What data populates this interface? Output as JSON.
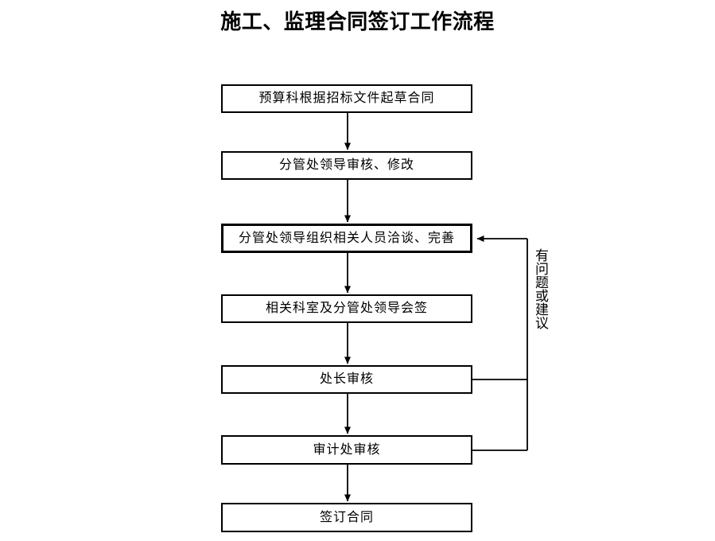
{
  "document": {
    "title": "施工、监理合同签订工作流程"
  },
  "chart_data": {
    "type": "diagram",
    "title": "施工、监理合同签订工作流程",
    "orientation": "top-to-bottom",
    "nodes": [
      {
        "id": "n1",
        "label": "预算科根据招标文件起草合同",
        "shape": "rectangle",
        "emphasis": false
      },
      {
        "id": "n2",
        "label": "分管处领导审核、修改",
        "shape": "rectangle",
        "emphasis": false
      },
      {
        "id": "n3",
        "label": "分管处领导组织相关人员洽谈、完善",
        "shape": "rectangle",
        "emphasis": true
      },
      {
        "id": "n4",
        "label": "相关科室及分管处领导会签",
        "shape": "rectangle",
        "emphasis": false
      },
      {
        "id": "n5",
        "label": "处长审核",
        "shape": "rectangle",
        "emphasis": false
      },
      {
        "id": "n6",
        "label": "审计处审核",
        "shape": "rectangle",
        "emphasis": false
      },
      {
        "id": "n7",
        "label": "签订合同",
        "shape": "rectangle",
        "emphasis": false
      }
    ],
    "edges": [
      {
        "from": "n1",
        "to": "n2",
        "arrow": true,
        "label": ""
      },
      {
        "from": "n2",
        "to": "n3",
        "arrow": true,
        "label": ""
      },
      {
        "from": "n3",
        "to": "n4",
        "arrow": true,
        "label": ""
      },
      {
        "from": "n4",
        "to": "n5",
        "arrow": true,
        "label": ""
      },
      {
        "from": "n5",
        "to": "n6",
        "arrow": true,
        "label": ""
      },
      {
        "from": "n6",
        "to": "n7",
        "arrow": true,
        "label": ""
      },
      {
        "from": "n5",
        "to": "n3",
        "arrow": true,
        "label": "有问题或建议",
        "routing": "right-feedback"
      },
      {
        "from": "n6",
        "to": "n3",
        "arrow": true,
        "label": "有问题或建议",
        "routing": "right-feedback"
      }
    ],
    "annotations": [
      {
        "id": "feedback",
        "text": "有问题或建议",
        "orientation": "vertical"
      }
    ],
    "colors": {
      "background": "#ffffff",
      "stroke": "#000000",
      "text": "#000000"
    }
  }
}
